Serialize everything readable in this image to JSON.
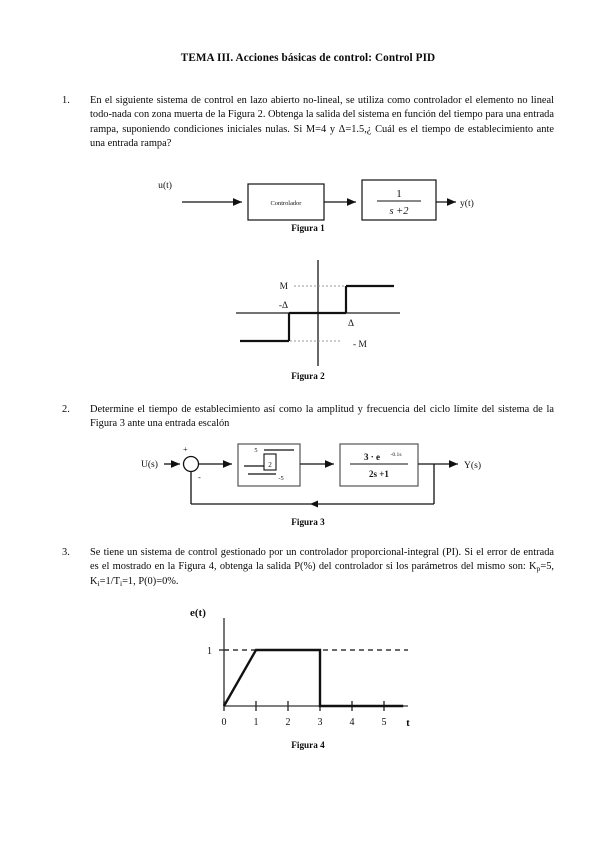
{
  "document": {
    "title": "TEMA III. Acciones básicas de control: Control PID"
  },
  "questions": [
    {
      "number": "1.",
      "text": "En el siguiente sistema de control en lazo abierto no-lineal, se utiliza como controlador el elemento no lineal todo-nada con zona muerta de la Figura 2. Obtenga la salida del sistema en función del tiempo para una entrada rampa, suponiendo condiciones iniciales nulas. Si M=4 y Δ=1.5,¿ Cuál es el tiempo de establecimiento ante una entrada rampa?"
    },
    {
      "number": "2.",
      "text": "Determine el tiempo de establecimiento así como la amplitud y frecuencia del ciclo límite del sistema de la Figura 3 ante una entrada escalón"
    },
    {
      "number": "3.",
      "text_before": "Se tiene un sistema de control gestionado por un controlador proporcional-integral (PI). Si el error de entrada es el mostrado en la Figura 4, obtenga la salida P(%) del controlador si los parámetros del mismo son: K",
      "sub_p": "p",
      "text_mid_1": "=5, K",
      "sub_i": "i",
      "text_mid_2": "=1/T",
      "sub_i2": "i",
      "text_after": "=1, P(0)=0%."
    }
  ],
  "figure_1": {
    "caption": "Figura 1",
    "input_label": "u(t)",
    "output_label": "y(t)",
    "block_1_label": "Controlador",
    "block_2_numerator": "1",
    "block_2_denominator": "s +2"
  },
  "figure_2": {
    "caption": "Figura 2",
    "label_m_pos": "M",
    "label_m_neg": "- M",
    "label_delta_pos": "Δ",
    "label_delta_neg": "-Δ"
  },
  "figure_3": {
    "caption": "Figura 3",
    "input_label": "U(s)",
    "output_label": "Y(s)",
    "sum_plus": "+",
    "sum_minus": "-",
    "relay_upper": "5",
    "relay_lower": "-5",
    "relay_center": "2",
    "tf_numerator": "3 · e",
    "tf_numerator_exp": "-0.1s",
    "tf_denominator": "2s +1"
  },
  "figure_4": {
    "caption": "Figura 4",
    "y_axis_label": "e(t)",
    "x_axis_label": "t",
    "y_tick_label": "1",
    "x_tick_labels": [
      "0",
      "1",
      "2",
      "3",
      "4",
      "5"
    ]
  },
  "chart_data": {
    "type": "line",
    "title": "Figura 4",
    "xlabel": "t",
    "ylabel": "e(t)",
    "xlim": [
      0,
      5.6
    ],
    "ylim": [
      0,
      1.45
    ],
    "xticks": [
      0,
      1,
      2,
      3,
      4,
      5
    ],
    "yticks": [
      1
    ],
    "grid": false,
    "legend": "none",
    "series": [
      {
        "name": "e(t)",
        "x": [
          0,
          1,
          3,
          3,
          5.6
        ],
        "y": [
          0,
          1,
          1,
          0,
          0
        ]
      }
    ],
    "annotations": [
      {
        "type": "dashed-horizontal-line",
        "y": 1,
        "from_x": 0,
        "to_x": 5.6
      }
    ]
  }
}
